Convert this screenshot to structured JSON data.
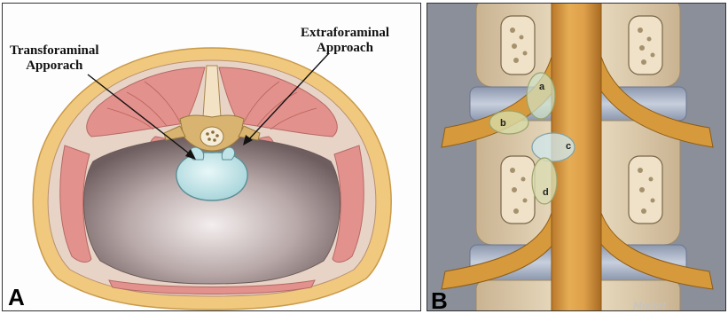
{
  "panel_a": {
    "letter": "A",
    "callouts": {
      "transforaminal": [
        "Transforaminal",
        "Apporach"
      ],
      "extraforaminal": [
        "Extraforaminal",
        "Approach"
      ]
    }
  },
  "panel_b": {
    "letter": "B",
    "zones": [
      "a",
      "b",
      "c",
      "d"
    ],
    "signature": "Modart"
  },
  "colors": {
    "fat": "#f0c97e",
    "muscle": "#e3918c",
    "bone": "#d9b471",
    "disc": "#bfe3e6",
    "cavity": "#9f8c8c",
    "nerve": "#d69a3c",
    "background_b": "#8a8f99"
  }
}
